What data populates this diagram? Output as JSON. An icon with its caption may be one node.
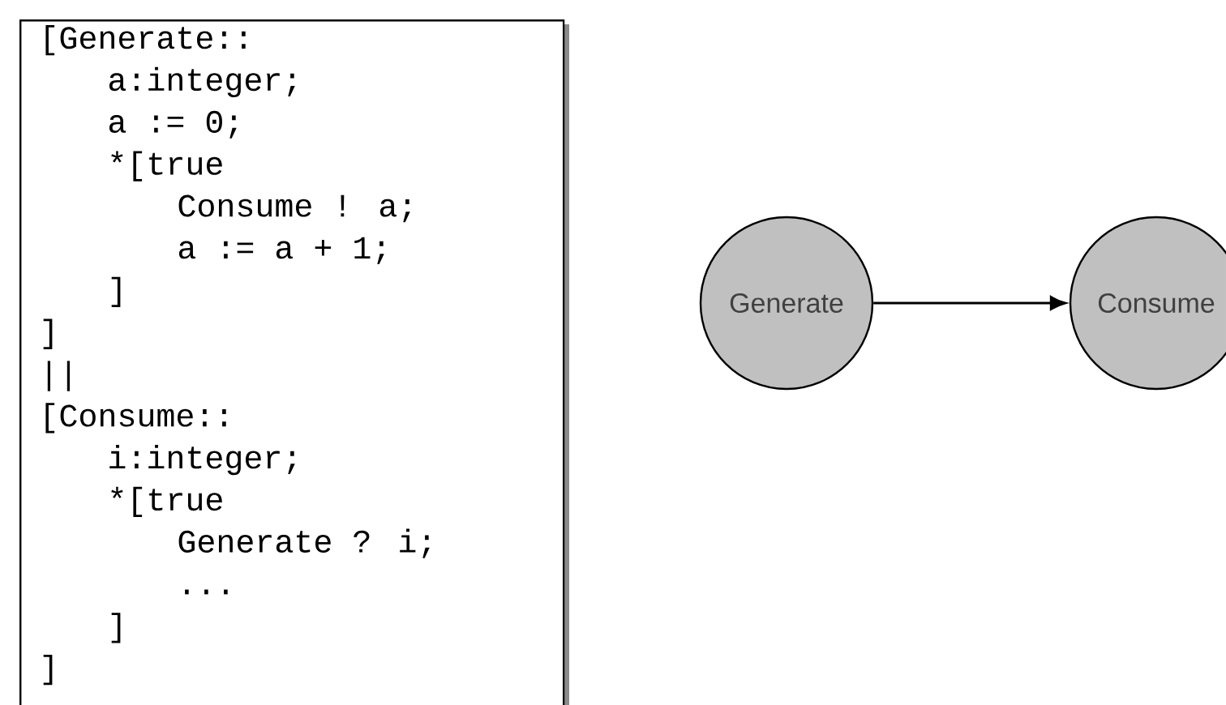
{
  "diagram": {
    "nodes": [
      {
        "text": [
          "[Generate::",
          "a:integer;",
          "a := 0;",
          "*[true",
          "Consume ! a;",
          "a := a + 1;",
          "]",
          "]",
          "||",
          "[Consume::",
          "i:integer;",
          "*[true",
          "Generate ? i;",
          "...",
          "]",
          "]"
        ]
      },
      {
        "text": [
          "Generate"
        ]
      },
      {
        "text": [
          "Consume"
        ]
      }
    ],
    "edges": [
      {
        "from": 1,
        "to": 2,
        "arrow": "to"
      }
    ]
  }
}
